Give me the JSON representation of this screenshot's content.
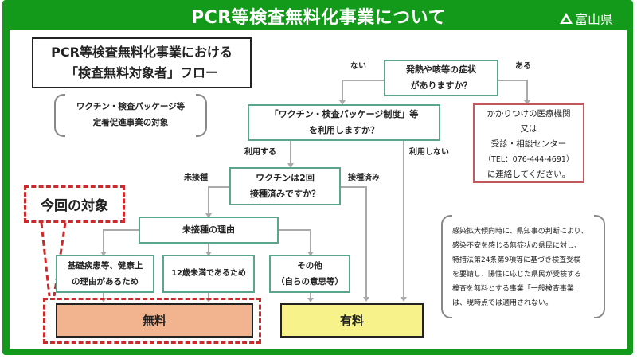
{
  "header": {
    "title": "PCR等検査無料化事業について",
    "logo_text": "富山県",
    "logo_icon": "prefecture-emblem-icon"
  },
  "flow_title": {
    "line1": "PCR等検査無料化事業における",
    "line2": "「検査無料対象者」フロー"
  },
  "vaccine_package_note": {
    "line1": "ワクチン・検査パッケージ等",
    "line2": "定着促進事業の対象"
  },
  "nodes": {
    "symptom_question": {
      "line1": "発熱や咳等の症状",
      "line2": "がありますか？"
    },
    "package_question": {
      "line1": "「ワクチン・検査パッケージ制度」等",
      "line2": "を利用しますか？"
    },
    "vaccine_question": {
      "line1": "ワクチンは2回",
      "line2": "接種済みですか？"
    },
    "unvaccinated_reason": {
      "line1": "未接種の理由"
    },
    "reason_health": {
      "line1": "基礎疾患等、健康上",
      "line2": "の理由があるため"
    },
    "reason_under12": {
      "line1": "12歳未満であるため"
    },
    "reason_other": {
      "line1": "その他",
      "line2": "（自らの意思等）"
    },
    "contact_clinic": {
      "line1": "かかりつけの医療機関",
      "line2": "又は",
      "line3": "受診・相談センター",
      "line4": "（TEL：076-444-4691）",
      "line5": "に連絡してください。"
    }
  },
  "edge_labels": {
    "no_symptoms": "ない",
    "has_symptoms": "ある",
    "uses": "利用する",
    "not_uses": "利用しない",
    "unvaccinated": "未接種",
    "vaccinated": "接種済み"
  },
  "results": {
    "free": "無料",
    "paid": "有料"
  },
  "callout": {
    "label": "今回の対象"
  },
  "general_test_note": {
    "line1": "感染拡大傾向時に、県知事の判断により、",
    "line2": "感染不安を感じる無症状の県民に対し、",
    "line3": "特措法第24条第9項等に基づき検査受検",
    "line4": "を要請し、陽性に応じた県民が受検する",
    "line5": "検査を無料とする事業「一般検査事業」",
    "line6": "は、現時点では適用されない。"
  },
  "colors": {
    "frame_green": "#139a1a",
    "node_border": "#5aa58c",
    "contact_border": "#c05a5a",
    "free_fill": "#f2b48e",
    "paid_fill": "#f7f28a",
    "callout_red": "#cc2a2a",
    "connector": "#aaaaaa"
  }
}
